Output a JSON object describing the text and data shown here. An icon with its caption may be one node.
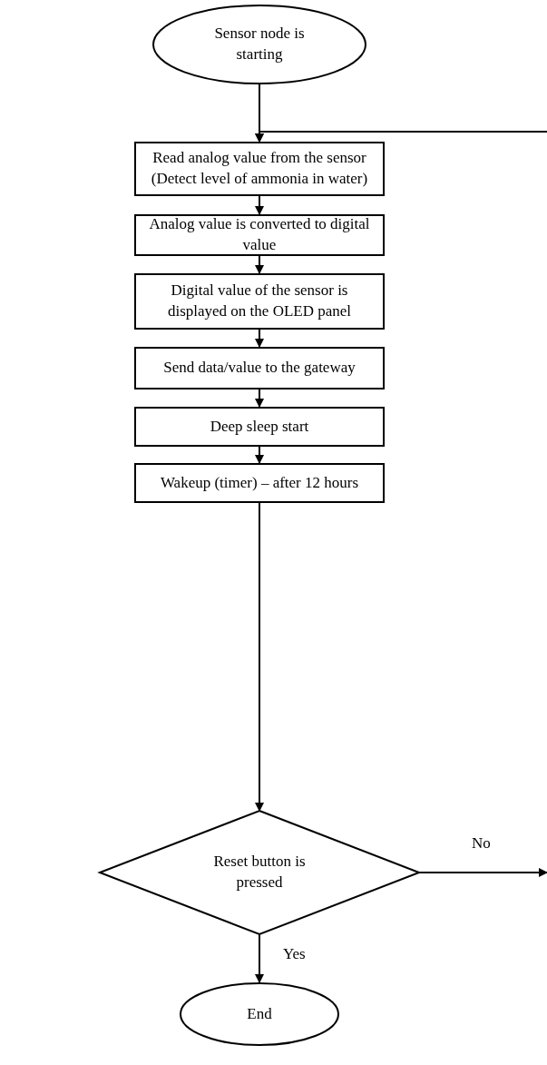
{
  "diagram": {
    "nodes": [
      {
        "text": [
          "Sensor node is starting"
        ]
      },
      {
        "text": [
          "Read analog value from the sensor (Detect level of ammonia in water)"
        ]
      },
      {
        "text": [
          "Analog value is converted to digital value"
        ]
      },
      {
        "text": [
          "Digital value of the sensor is displayed on the OLED panel"
        ]
      },
      {
        "text": [
          "Send data/value to the gateway"
        ]
      },
      {
        "text": [
          "Deep sleep start"
        ]
      },
      {
        "text": [
          "Wakeup (timer) – after 12 hours"
        ]
      },
      {
        "text": [
          "Reset button is pressed"
        ]
      },
      {
        "text": [
          "End"
        ]
      }
    ],
    "edges": [
      {
        "from": 0,
        "to": 1,
        "arrow": "to"
      },
      {
        "from": null,
        "to": 1,
        "arrow": "to"
      },
      {
        "from": 1,
        "to": 2,
        "arrow": "to"
      },
      {
        "from": 2,
        "to": 3,
        "arrow": "to"
      },
      {
        "from": 3,
        "to": 4,
        "arrow": "to"
      },
      {
        "from": 4,
        "to": 5,
        "arrow": "to"
      },
      {
        "from": 5,
        "to": 6,
        "arrow": "to"
      },
      {
        "from": 6,
        "to": 7,
        "arrow": "to"
      },
      {
        "from": 7,
        "to": null,
        "label": "No",
        "arrow": "to"
      },
      {
        "from": 7,
        "to": 8,
        "label": "Yes",
        "arrow": "to"
      }
    ]
  }
}
